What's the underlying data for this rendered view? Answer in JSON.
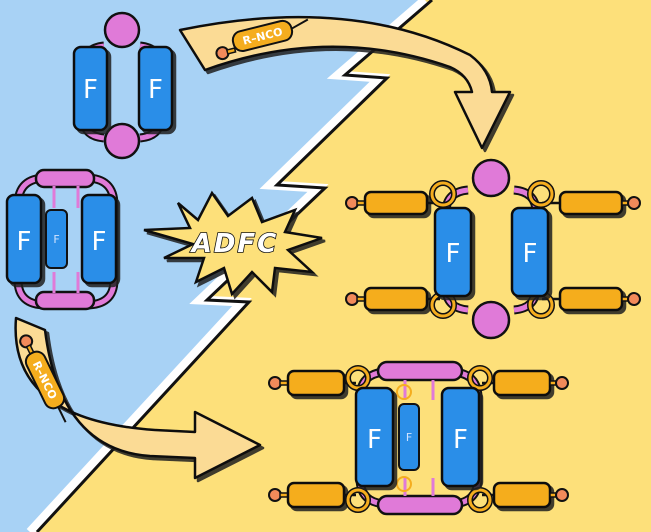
{
  "labels": {
    "framework": "F",
    "reagent": "R–NCO",
    "burst": "ADFC"
  },
  "colors": {
    "blue_background": "#a8d2f5",
    "yellow_background": "#fde07a",
    "framework_blue": "#2a8ee8",
    "linker_pink": "#e07ad8",
    "carbamate_orange": "#f5ad1e",
    "arrow_cream": "#fbdb95",
    "end_cap": "#f28a5a"
  },
  "icons": {
    "burst": "starburst-shape",
    "reaction": "curved-arrow-shape",
    "boundary": "lightning-bolt-shape"
  }
}
